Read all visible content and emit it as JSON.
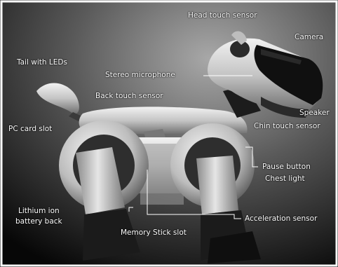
{
  "labels": {
    "head_touch_sensor": "Head touch sensor",
    "camera": "Camera",
    "tail_with_leds": "Tail with LEDs",
    "stereo_microphone": "Stereo microphone",
    "back_touch_sensor": "Back touch sensor",
    "speaker": "Speaker",
    "chin_touch_sensor": "Chin touch sensor",
    "pc_card_slot": "PC card slot",
    "pause_button": "Pause button",
    "chest_light": "Chest light",
    "lithium_ion_battery_back": "Lithium ion\nbattery back",
    "acceleration_sensor": "Acceleration sensor",
    "memory_stick_slot": "Memory Stick slot"
  },
  "colors": {
    "background_light": "#9a9a9a",
    "background_dark": "#050505",
    "robot_silver": "#c9c9c9",
    "visor_black": "#111111",
    "label_text": "#ffffff"
  }
}
